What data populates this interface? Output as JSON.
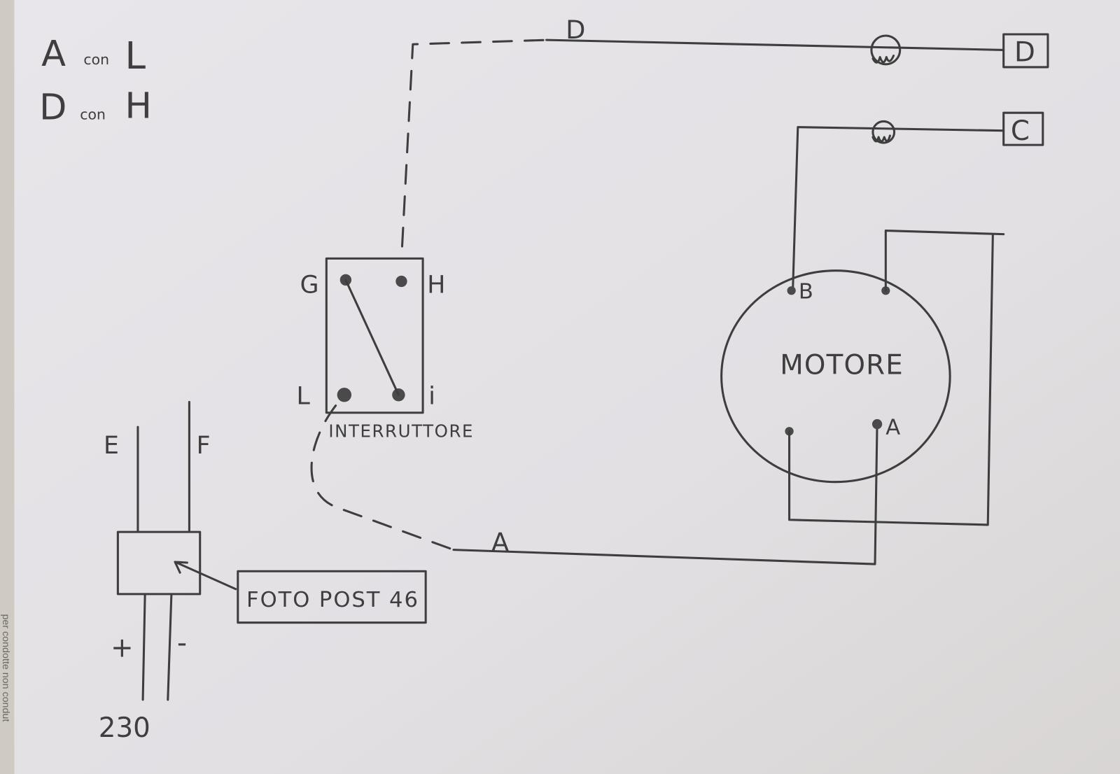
{
  "legend": {
    "rule1": {
      "from": "A",
      "word": "con",
      "to": "L"
    },
    "rule2": {
      "from": "D",
      "word": "con",
      "to": "H"
    }
  },
  "wires": {
    "top_label": "D",
    "bottom_label": "A"
  },
  "terminal_boxes": {
    "d": "D",
    "c": "C"
  },
  "switch": {
    "title": "INTERRUTTORE",
    "terminals": {
      "g": "G",
      "h": "H",
      "l": "L",
      "i": "i"
    }
  },
  "motor": {
    "title": "MOTORE",
    "terminal_b": "B",
    "terminal_a": "A"
  },
  "power": {
    "e": "E",
    "f": "F",
    "plus": "+",
    "minus": "-",
    "voltage": "230"
  },
  "note": "FOTO POST 46",
  "paper_edge_text": "per condotte non condut"
}
